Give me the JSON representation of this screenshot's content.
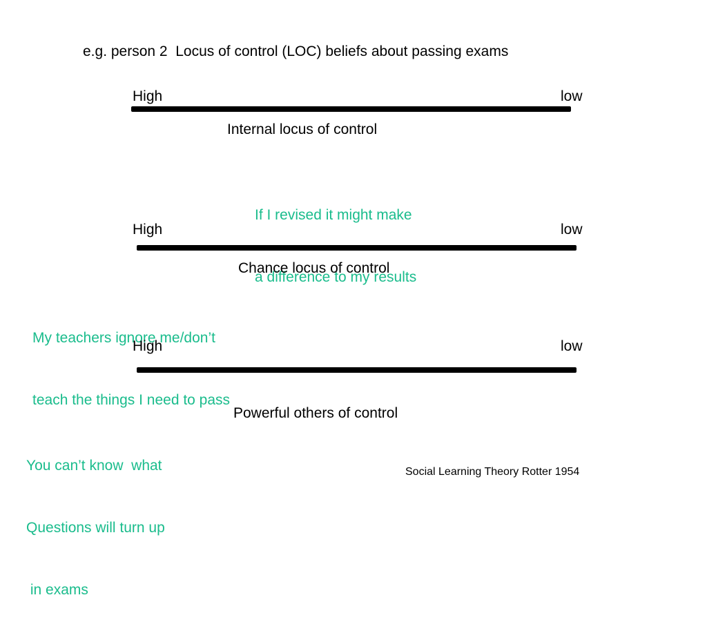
{
  "title": "e.g. person 2  Locus of control (LOC) beliefs about passing exams",
  "scales": [
    {
      "high_label": "High",
      "low_label": "low",
      "name": "Internal locus of control"
    },
    {
      "high_label": "High",
      "low_label": "low",
      "name": "Chance locus of control"
    },
    {
      "high_label": "High",
      "low_label": "low",
      "name": "Powerful others of control"
    }
  ],
  "notes": [
    {
      "lines": [
        "If I revised it might make",
        "a difference to my results"
      ]
    },
    {
      "lines": [
        "My teachers ignore me/don’t",
        "teach the things I need to pass"
      ]
    },
    {
      "lines": [
        "You can’t know  what",
        "Questions will turn up",
        " in exams"
      ]
    }
  ],
  "citation": "Social Learning Theory Rotter 1954",
  "colors": {
    "note_text": "#1abc8c",
    "bar": "#000000",
    "text": "#000000"
  }
}
